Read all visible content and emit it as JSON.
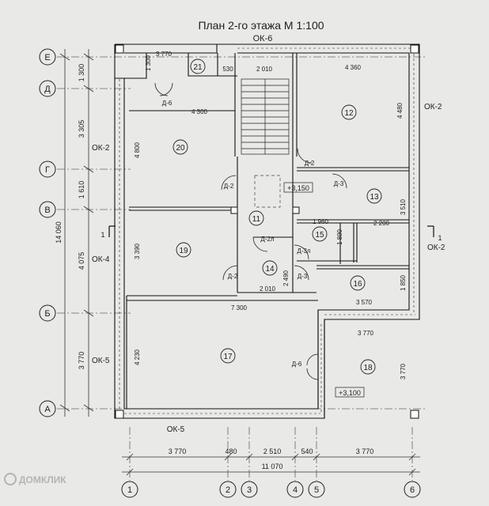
{
  "title": "План 2-го этажа М 1:100",
  "windows": {
    "top": "ОК-6",
    "right_upper": "ОК-2",
    "right_lower": "ОК-2",
    "left_upper": "ОК-2",
    "left_middle": "ОК-4",
    "left_lower": "ОК-5",
    "bottom": "ОК-5"
  },
  "axes": {
    "rows": [
      "Е",
      "Д",
      "Г",
      "В",
      "Б",
      "А"
    ],
    "cols": [
      "1",
      "2",
      "3",
      "4",
      "5",
      "6"
    ]
  },
  "rooms": [
    "21",
    "12",
    "20",
    "13",
    "11",
    "15",
    "19",
    "14",
    "16",
    "17",
    "18"
  ],
  "doors": [
    "Д-6",
    "Д-2",
    "Д-3",
    "Д-2",
    "Д-2л",
    "Д-3л",
    "Д-2",
    "Д-3",
    "Д-6"
  ],
  "levels": {
    "upper": "+3,150",
    "lower": "+3,100"
  },
  "dims_left": [
    "1 300",
    "3 305",
    "1 610",
    "4 075",
    "3 770",
    "14 060"
  ],
  "dims_bottom": [
    "3 770",
    "480",
    "2 510",
    "540",
    "3 770",
    "11 070"
  ],
  "dims_inner": [
    "3 770",
    "1 300",
    "530",
    "2 010",
    "4 360",
    "4 300",
    "4 800",
    "4 480",
    "3 510",
    "1 960",
    "2 200",
    "1 890",
    "3 390",
    "2 490",
    "2 010",
    "1 850",
    "3 570",
    "7 300",
    "3 770",
    "4 230",
    "3 770"
  ],
  "section_marks": [
    "1",
    "1"
  ],
  "watermark": "ДОМКЛИК"
}
